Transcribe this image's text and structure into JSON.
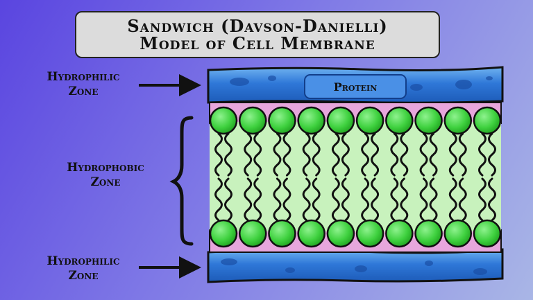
{
  "title": {
    "line1": "Sandwich (Davson-Danielli)",
    "line2": "Model of Cell Membrane"
  },
  "labels": {
    "top_zone": {
      "line1": "Hydrophilic",
      "line2": "Zone"
    },
    "middle_zone": {
      "line1": "Hydrophobic",
      "line2": "Zone"
    },
    "bottom_zone": {
      "line1": "Hydrophilic",
      "line2": "Zone"
    },
    "protein": "Protein"
  },
  "membrane": {
    "heads_per_row": 10
  },
  "colors": {
    "protein_layer": "#2f78d8",
    "lipid_head": "#3fd13f",
    "core": "#c8f2bd",
    "phosphate_gap": "#e7a6dc"
  }
}
